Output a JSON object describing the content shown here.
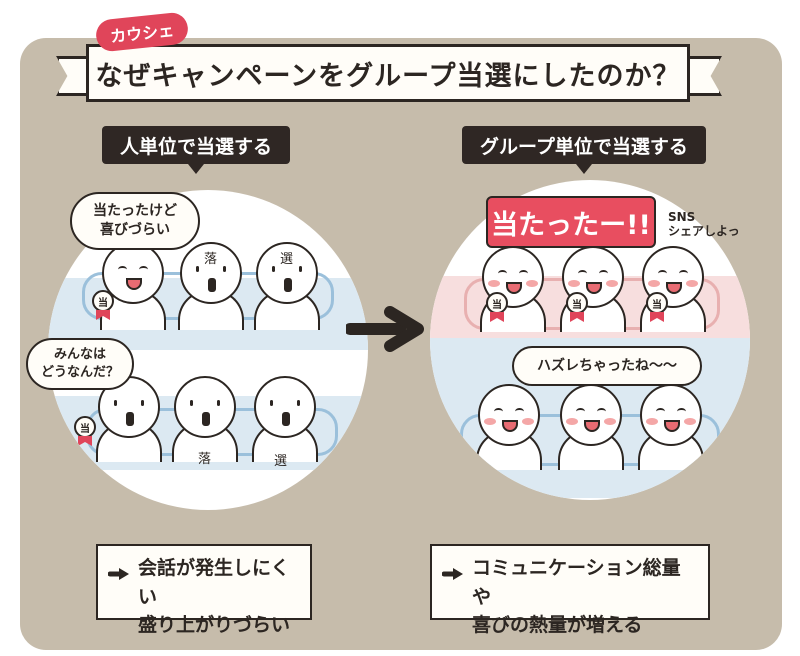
{
  "header": {
    "tag": "カウシェ",
    "title": "なぜキャンペーンをグループ当選にしたのか？"
  },
  "left": {
    "label": "人単位で当選する",
    "bubble_top": "当たったけど\n喜びづらい",
    "bubble_bottom": "みんなは\nどうなんだ？",
    "medal_char": "当",
    "kanji_fail": "落",
    "kanji_win": "選",
    "note_line1": "会話が発生しにくい",
    "note_line2": "盛り上がりづらい"
  },
  "right": {
    "label": "グループ単位で当選する",
    "burst": "当たったー!!",
    "sns_text": "SNS\nシェアしよっ",
    "bubble": "ハズレちゃったね〜〜",
    "medal_char": "当",
    "note_line1": "コミュニケーション総量や",
    "note_line2": "喜びの熱量が増える"
  },
  "colors": {
    "panel": "#c6bcab",
    "label_bg": "#2f2724",
    "accent_red": "#e84e60",
    "bench_blue": "#9bc0db",
    "band_blue": "#dce9f2",
    "band_pink": "#f7dede"
  }
}
